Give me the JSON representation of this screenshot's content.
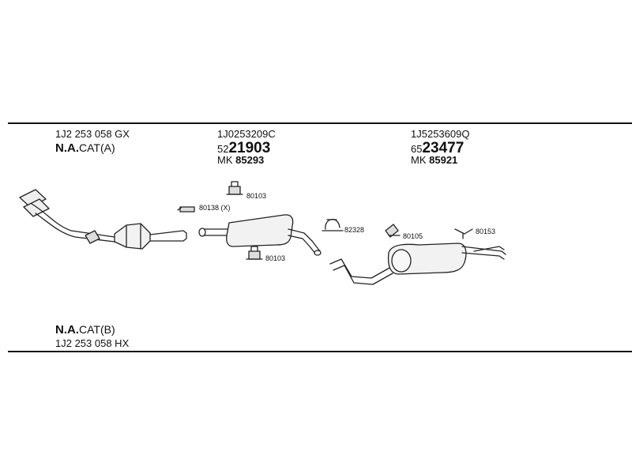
{
  "column_left": {
    "part_no_top": "1J2 253 058 GX",
    "cat_a_bold": "N.A.",
    "cat_a_suffix": "CAT(A)",
    "cat_b_bold": "N.A.",
    "cat_b_suffix": "CAT(B)",
    "part_no_bottom": "1J2 253 058 HX"
  },
  "column_middle": {
    "part_no": "1J0253209C",
    "code_prefix": "52",
    "code_main": "21903",
    "mk_label": "MK",
    "mk_value": "85293"
  },
  "column_right": {
    "part_no": "1J5253609Q",
    "code_prefix": "65",
    "code_main": "23477",
    "mk_label": "MK",
    "mk_value": "85921"
  },
  "labels": {
    "front_clamp": "80103",
    "gasket": "80138 (X)",
    "lower_clamp": "80103",
    "u_clamp": "82328",
    "rubber_mount": "80105",
    "rear_bracket": "80153"
  }
}
